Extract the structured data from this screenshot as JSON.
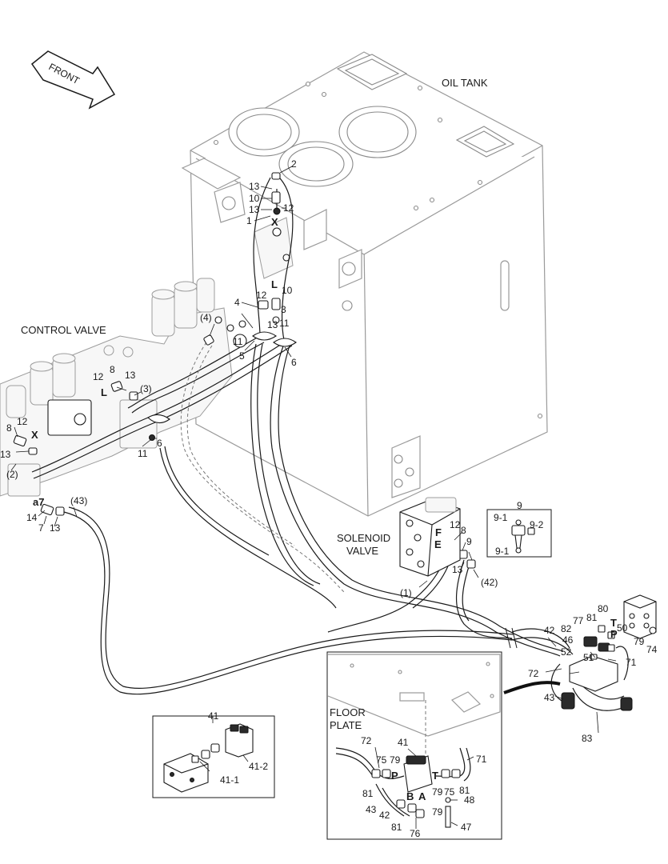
{
  "direction_arrow": "FRONT",
  "component_labels": {
    "oil_tank": "OIL TANK",
    "control_valve": "CONTROL VALVE",
    "solenoid_valve_line1": "SOLENOID",
    "solenoid_valve_line2": "VALVE",
    "floor_plate_line1": "FLOOR",
    "floor_plate_line2": "PLATE"
  },
  "port_letters": {
    "x_top": "X",
    "l_tank": "L",
    "l_cv": "L",
    "x_cv": "X",
    "f_sol": "F",
    "e_sol": "E",
    "t_top": "T",
    "p_top": "P",
    "p_inset": "P",
    "t_inset": "T",
    "b_inset": "B",
    "a_inset": "A",
    "a7": "a7"
  },
  "callouts": {
    "c2": "2",
    "c13a": "13",
    "c10a": "10",
    "c13b": "13",
    "c12a": "12",
    "c1": "1",
    "c12b": "12",
    "c10b": "10",
    "c4": "4",
    "c4p": "(4)",
    "c13c": "13",
    "c3": "3",
    "c11a": "11",
    "c11b": "11",
    "c5": "5",
    "c6a": "6",
    "c12c": "12",
    "c8a": "8",
    "c13d": "13",
    "c3p": "(3)",
    "c12d": "12",
    "c8b": "8",
    "c13e": "13",
    "c6b": "6",
    "c11c": "11",
    "c2p": "(2)",
    "c14": "14",
    "c7": "7",
    "c13f": "13",
    "c43p": "(43)",
    "c12e": "12",
    "c8c": "8",
    "c9a": "9",
    "c13g": "13",
    "c42p": "(42)",
    "c1p": "(1)",
    "c9": "9",
    "c9_1a": "9-1",
    "c9_2": "9-2",
    "c9_1b": "9-1",
    "c80": "80",
    "c77": "77",
    "c81a": "81",
    "c82": "82",
    "c46": "46",
    "c52": "52",
    "c51": "51",
    "c50": "50",
    "c42a": "42",
    "c79a": "79",
    "c74": "74",
    "c72a": "72",
    "c71a": "71",
    "c43a": "43",
    "c83": "83",
    "c41": "41",
    "c41_1": "41-1",
    "c41_2": "41-2",
    "c72b": "72",
    "c41b": "41",
    "c75a": "75",
    "c79b": "79",
    "c71b": "71",
    "c81b": "81",
    "c79c": "79",
    "c75b": "75",
    "c81c": "81",
    "c48": "48",
    "c79d": "79",
    "c43b": "43",
    "c42b": "42",
    "c81d": "81",
    "c76": "76",
    "c47": "47"
  }
}
